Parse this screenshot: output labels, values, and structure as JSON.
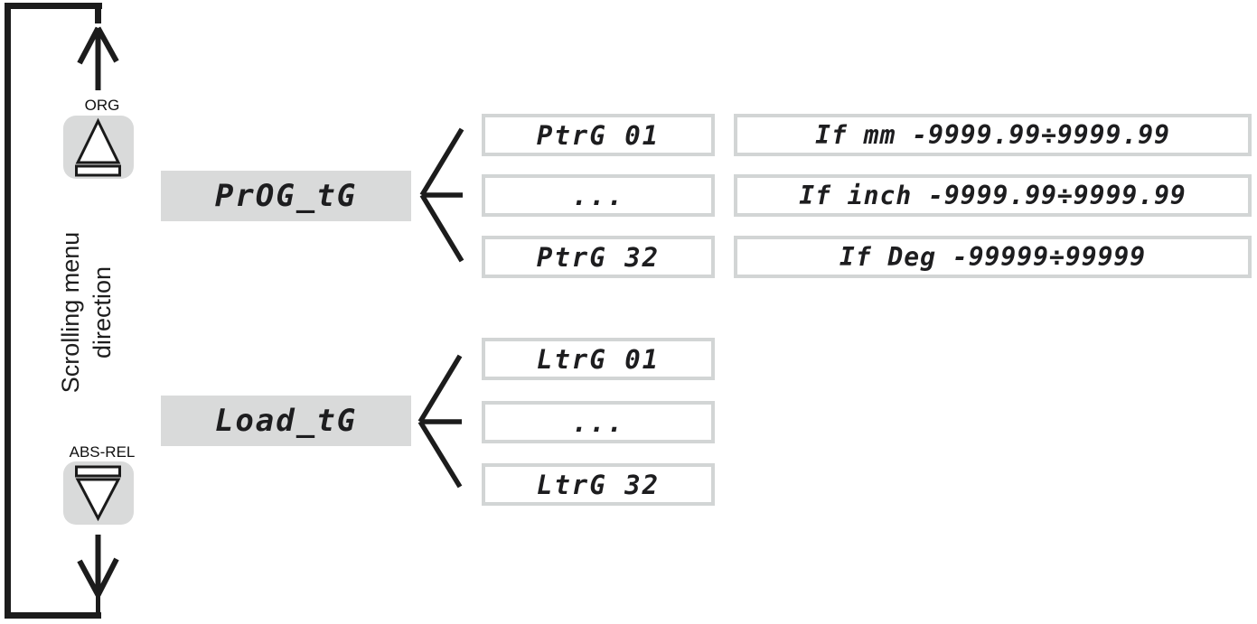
{
  "scroll_indicator": {
    "label_line1": "Scrolling menu",
    "label_line2": "direction",
    "up_key_label": "ORG",
    "down_key_label": "ABS-REL"
  },
  "menus": [
    {
      "name": "PrOG_tG",
      "items": [
        "PtrG 01",
        "...",
        "PtrG 32"
      ],
      "ranges": [
        "If mm -9999.99÷9999.99",
        "If inch -9999.99÷9999.99",
        "If Deg -99999÷99999"
      ]
    },
    {
      "name": "Load_tG",
      "items": [
        "LtrG 01",
        "...",
        "LtrG 32"
      ]
    }
  ],
  "colors": {
    "line": "#1c1c1c",
    "panel_gray": "#d9dada",
    "box_border": "#d2d5d5",
    "display_bg": "#ffffff"
  }
}
